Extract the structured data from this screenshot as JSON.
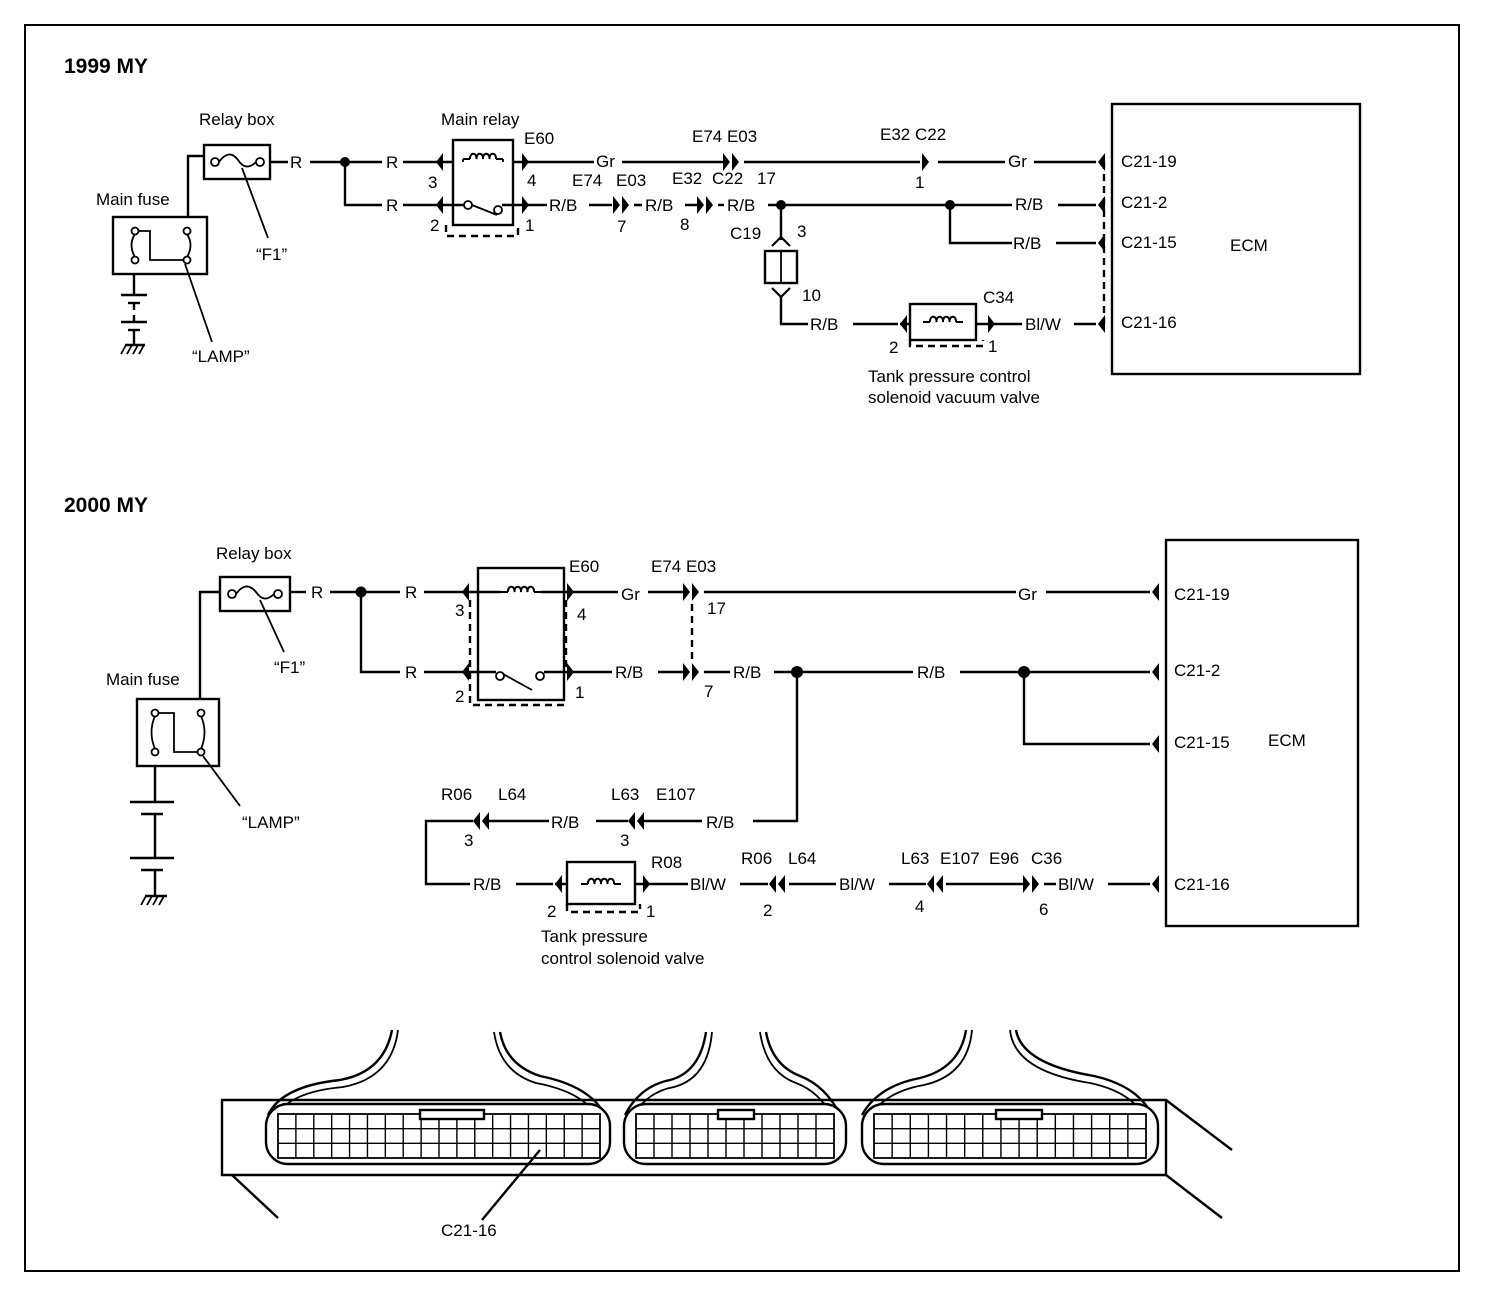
{
  "sections": {
    "my1999": "1999 MY",
    "my2000": "2000 MY"
  },
  "components": {
    "relay_box": "Relay box",
    "main_fuse": "Main fuse",
    "main_relay": "Main relay",
    "ecm": "ECM",
    "f1": "“F1”",
    "lamp": "“LAMP”",
    "tank_valve_1999_l1": "Tank pressure control",
    "tank_valve_1999_l2": "solenoid vacuum valve",
    "tank_valve_2000_l1": "Tank pressure",
    "tank_valve_2000_l2": "control solenoid valve"
  },
  "wires": {
    "r": "R",
    "gr": "Gr",
    "rb": "R/B",
    "blw": "Bl/W"
  },
  "connectors": {
    "e60": "E60",
    "e74_e03": "E74 E03",
    "e74": "E74",
    "e03": "E03",
    "e32_c22": "E32 C22",
    "e32": "E32",
    "c22": "C22",
    "c19": "C19",
    "c34": "C34",
    "r06": "R06",
    "l64": "L64",
    "l63": "L63",
    "e107": "E107",
    "r08": "R08",
    "e96": "E96",
    "c36": "C36",
    "c21_19": "C21-19",
    "c21_2": "C21-2",
    "c21_15": "C21-15",
    "c21_16": "C21-16"
  },
  "pins": {
    "p1": "1",
    "p2": "2",
    "p3": "3",
    "p4": "4",
    "p6": "6",
    "p7": "7",
    "p8": "8",
    "p10": "10",
    "p17": "17"
  }
}
